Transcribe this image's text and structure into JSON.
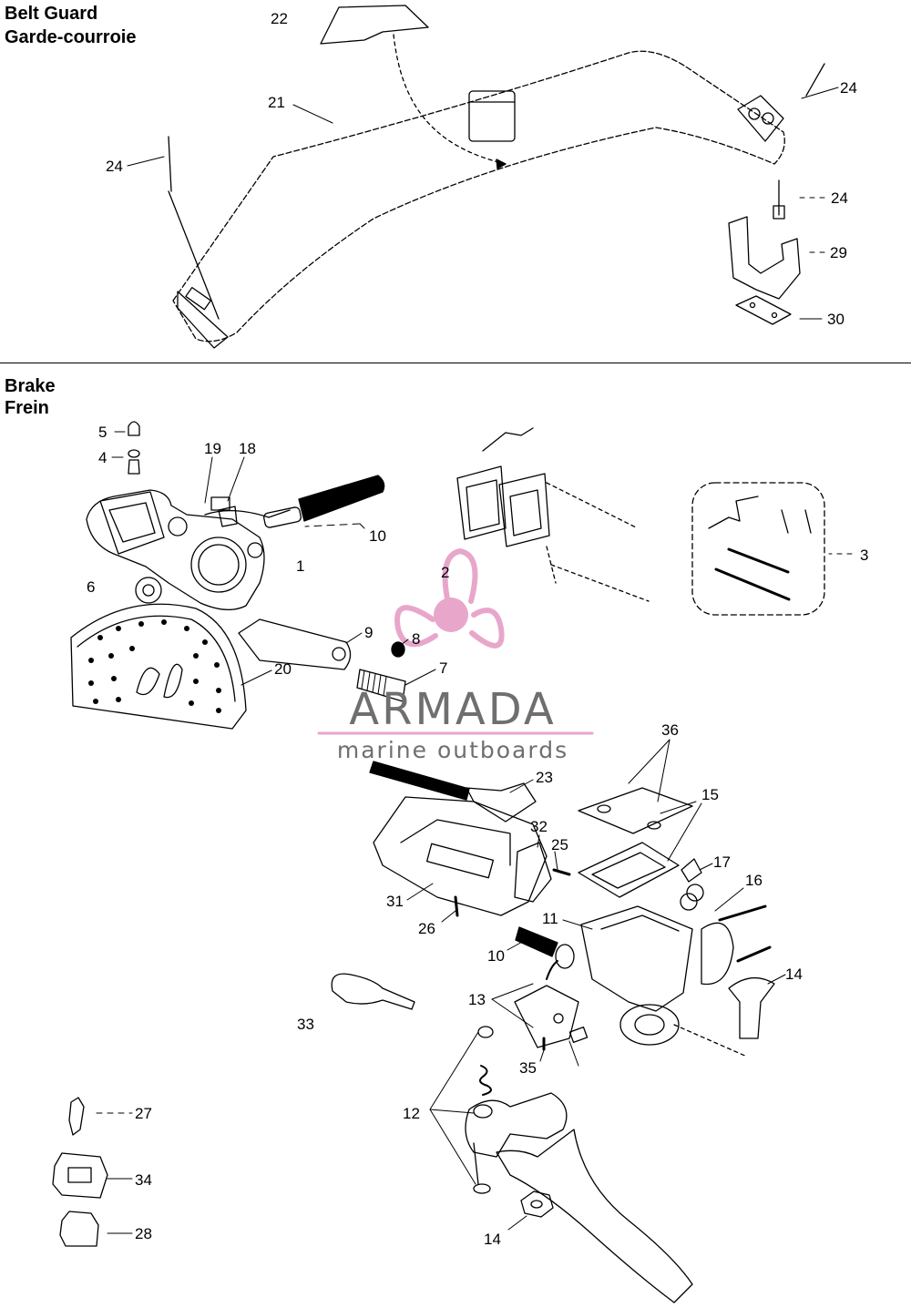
{
  "sections": {
    "belt_guard": {
      "title_en": "Belt Guard",
      "title_fr": "Garde-courroie"
    },
    "brake": {
      "title_en": "Brake",
      "title_fr": "Frein"
    }
  },
  "watermark": {
    "brand": "ARMADA",
    "tagline": "marine outboards",
    "accent_color": "#e8a6cb",
    "text_color": "#6f6f6f"
  },
  "callouts": [
    {
      "id": "c22a",
      "text": "22"
    },
    {
      "id": "c21",
      "text": "21"
    },
    {
      "id": "c24a",
      "text": "24"
    },
    {
      "id": "c24b",
      "text": "24"
    },
    {
      "id": "c24c",
      "text": "24"
    },
    {
      "id": "c29",
      "text": "29"
    },
    {
      "id": "c30",
      "text": "30"
    },
    {
      "id": "c5",
      "text": "5"
    },
    {
      "id": "c4",
      "text": "4"
    },
    {
      "id": "c19",
      "text": "19"
    },
    {
      "id": "c18",
      "text": "18"
    },
    {
      "id": "c10a",
      "text": "10"
    },
    {
      "id": "c1",
      "text": "1"
    },
    {
      "id": "c6",
      "text": "6"
    },
    {
      "id": "c2",
      "text": "2"
    },
    {
      "id": "c3",
      "text": "3"
    },
    {
      "id": "c9",
      "text": "9"
    },
    {
      "id": "c8",
      "text": "8"
    },
    {
      "id": "c20",
      "text": "20"
    },
    {
      "id": "c7",
      "text": "7"
    },
    {
      "id": "c36",
      "text": "36"
    },
    {
      "id": "c23",
      "text": "23"
    },
    {
      "id": "c15",
      "text": "15"
    },
    {
      "id": "c32",
      "text": "32"
    },
    {
      "id": "c25",
      "text": "25"
    },
    {
      "id": "c17",
      "text": "17"
    },
    {
      "id": "c16",
      "text": "16"
    },
    {
      "id": "c31",
      "text": "31"
    },
    {
      "id": "c26",
      "text": "26"
    },
    {
      "id": "c11",
      "text": "11"
    },
    {
      "id": "c10b",
      "text": "10"
    },
    {
      "id": "c14a",
      "text": "14"
    },
    {
      "id": "c13",
      "text": "13"
    },
    {
      "id": "c33",
      "text": "33"
    },
    {
      "id": "c35",
      "text": "35"
    },
    {
      "id": "c27",
      "text": "27"
    },
    {
      "id": "c12",
      "text": "12"
    },
    {
      "id": "c34",
      "text": "34"
    },
    {
      "id": "c28",
      "text": "28"
    },
    {
      "id": "c14b",
      "text": "14"
    }
  ]
}
